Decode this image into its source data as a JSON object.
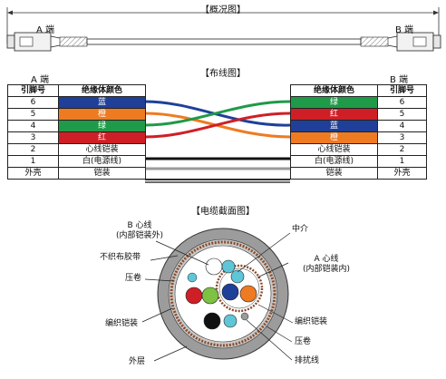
{
  "overview": {
    "title": "【概况图】",
    "end_a": "A 端",
    "end_b": "B 端"
  },
  "wiring": {
    "title": "【布线图】",
    "end_a": "A 端",
    "end_b": "B 端",
    "table_a": {
      "headers": [
        "引脚号",
        "绝缘体颜色"
      ],
      "rows": [
        {
          "pin": "6",
          "color": "蓝",
          "swatch": "#1f3f99"
        },
        {
          "pin": "5",
          "color": "橙",
          "swatch": "#ee7b22"
        },
        {
          "pin": "4",
          "color": "绿",
          "swatch": "#1f9a48"
        },
        {
          "pin": "3",
          "color": "红",
          "swatch": "#cf1f26"
        },
        {
          "pin": "2",
          "color": "心线铠装",
          "swatch": ""
        },
        {
          "pin": "1",
          "color": "白(电源线)",
          "swatch": ""
        },
        {
          "pin": "外壳",
          "color": "铠装",
          "swatch": ""
        }
      ]
    },
    "table_b": {
      "headers": [
        "绝缘体颜色",
        "引脚号"
      ],
      "rows": [
        {
          "color": "绿",
          "pin": "6",
          "swatch": "#1f9a48"
        },
        {
          "color": "红",
          "pin": "5",
          "swatch": "#cf1f26"
        },
        {
          "color": "蓝",
          "pin": "4",
          "swatch": "#1f3f99"
        },
        {
          "color": "橙",
          "pin": "3",
          "swatch": "#ee7b22"
        },
        {
          "color": "心线铠装",
          "pin": "2",
          "swatch": ""
        },
        {
          "color": "白(电源线)",
          "pin": "1",
          "swatch": ""
        },
        {
          "color": "铠装",
          "pin": "外壳",
          "swatch": ""
        }
      ]
    }
  },
  "cross_section": {
    "title": "【电缆截面图】",
    "labels": {
      "b_core": "B 心线",
      "b_core_sub": "(内部铠装外)",
      "nonwoven_tape": "不织布胶带",
      "wrap_left": "压卷",
      "braid_left": "编织铠装",
      "outer_layer": "外层",
      "filler": "中介",
      "a_core": "A 心线",
      "a_core_sub": "(内部铠装内)",
      "braid_right": "编织铠装",
      "wrap_right": "压卷",
      "drain_wire": "排扰线"
    }
  },
  "colors": {
    "blue": "#1f3f99",
    "orange": "#ee7b22",
    "green": "#1f9a48",
    "red": "#cf1f26",
    "light_blue": "#5fc6d8",
    "gray": "#a9a9a9",
    "black": "#111111"
  }
}
